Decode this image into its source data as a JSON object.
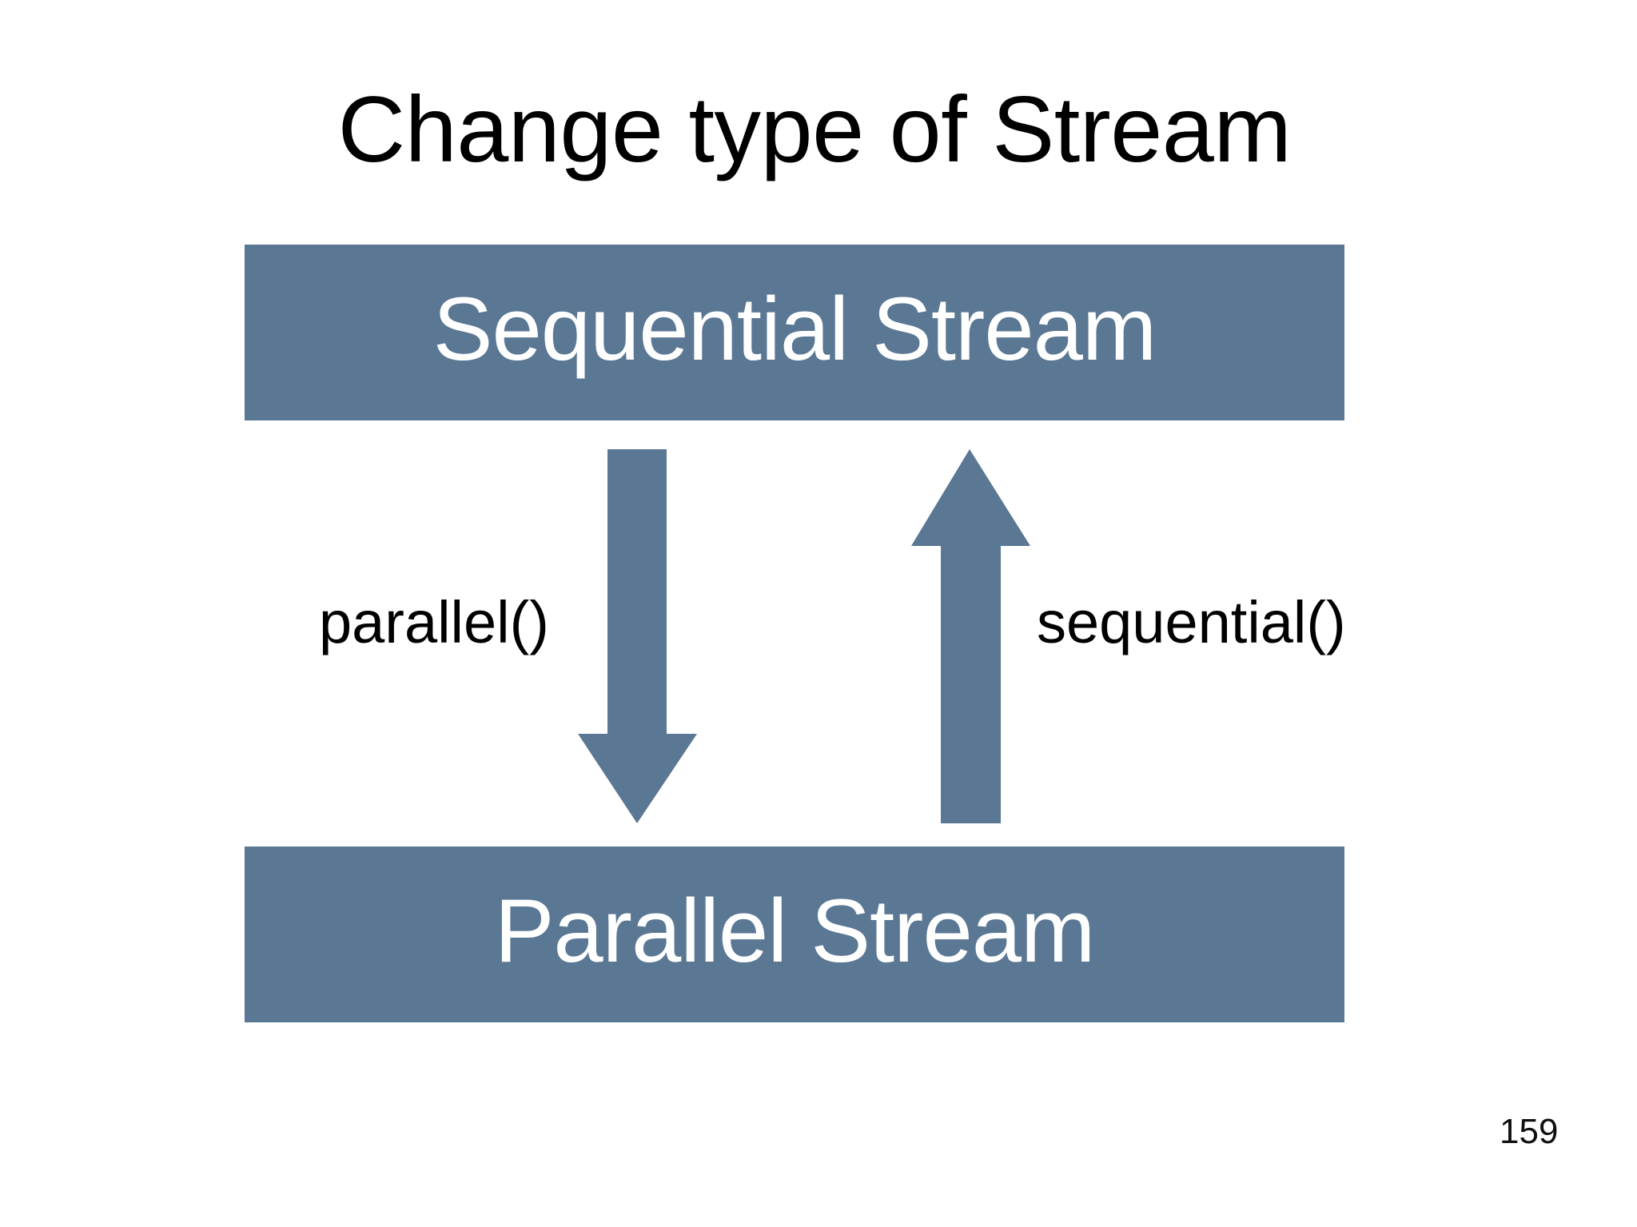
{
  "slide": {
    "title": "Change type of Stream",
    "page_number": "159",
    "background_color": "#FFFFFF",
    "accent_color": "#5A7794",
    "box_text_color": "#FFFFFF",
    "label_text_color": "#000000"
  },
  "diagram": {
    "type": "two-node-bidirectional-flow",
    "nodes": [
      {
        "id": "sequential-stream",
        "label": "Sequential Stream",
        "position": "top"
      },
      {
        "id": "parallel-stream",
        "label": "Parallel Stream",
        "position": "bottom"
      }
    ],
    "edges": [
      {
        "id": "to-parallel",
        "label": "parallel()",
        "from": "sequential-stream",
        "to": "parallel-stream",
        "direction": "down",
        "icon": "arrow-down-icon"
      },
      {
        "id": "to-sequential",
        "label": "sequential()",
        "from": "parallel-stream",
        "to": "sequential-stream",
        "direction": "up",
        "icon": "arrow-up-icon"
      }
    ]
  }
}
